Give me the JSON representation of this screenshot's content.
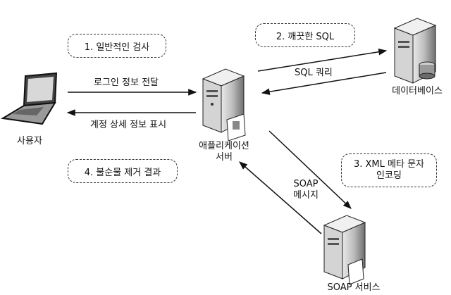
{
  "nodes": {
    "user": "사용자",
    "app_server_line1": "애플리케이션",
    "app_server_line2": "서버",
    "database": "데이터베이스",
    "soap_service": "SOAP 서비스"
  },
  "notes": {
    "step1": "1. 일반적인 검사",
    "step2": "2. 깨끗한 SQL",
    "step3_line1": "3. XML 메타 문자",
    "step3_line2": "인코딩",
    "step4": "4. 불순물 제거 결과"
  },
  "edges": {
    "login_info": "로그인 정보 전달",
    "account_info": "계정 상세 정보 표시",
    "sql_query": "SQL 쿼리",
    "soap_message_line1": "SOAP",
    "soap_message_line2": "메시지"
  }
}
